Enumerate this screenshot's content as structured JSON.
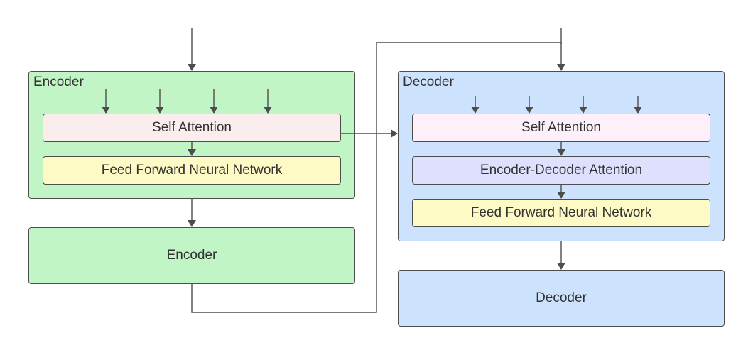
{
  "encoder_stack": {
    "expanded": {
      "title": "Encoder",
      "self_attention": "Self Attention",
      "feed_forward": "Feed Forward Neural Network"
    },
    "collapsed_label": "Encoder"
  },
  "decoder_stack": {
    "expanded": {
      "title": "Decoder",
      "self_attention": "Self Attention",
      "encoder_decoder_attention": "Encoder-Decoder Attention",
      "feed_forward": "Feed Forward Neural Network"
    },
    "collapsed_label": "Decoder"
  },
  "colors": {
    "encoder_fill": "#c2f5c6",
    "decoder_fill": "#cde3fd",
    "encoder_self_attention_fill": "#fbeded",
    "decoder_self_attention_fill": "#fdf0fa",
    "feed_forward_fill": "#fdfac6",
    "encoder_decoder_attention_fill": "#dfe0fd",
    "line": "#4d4d4d"
  }
}
